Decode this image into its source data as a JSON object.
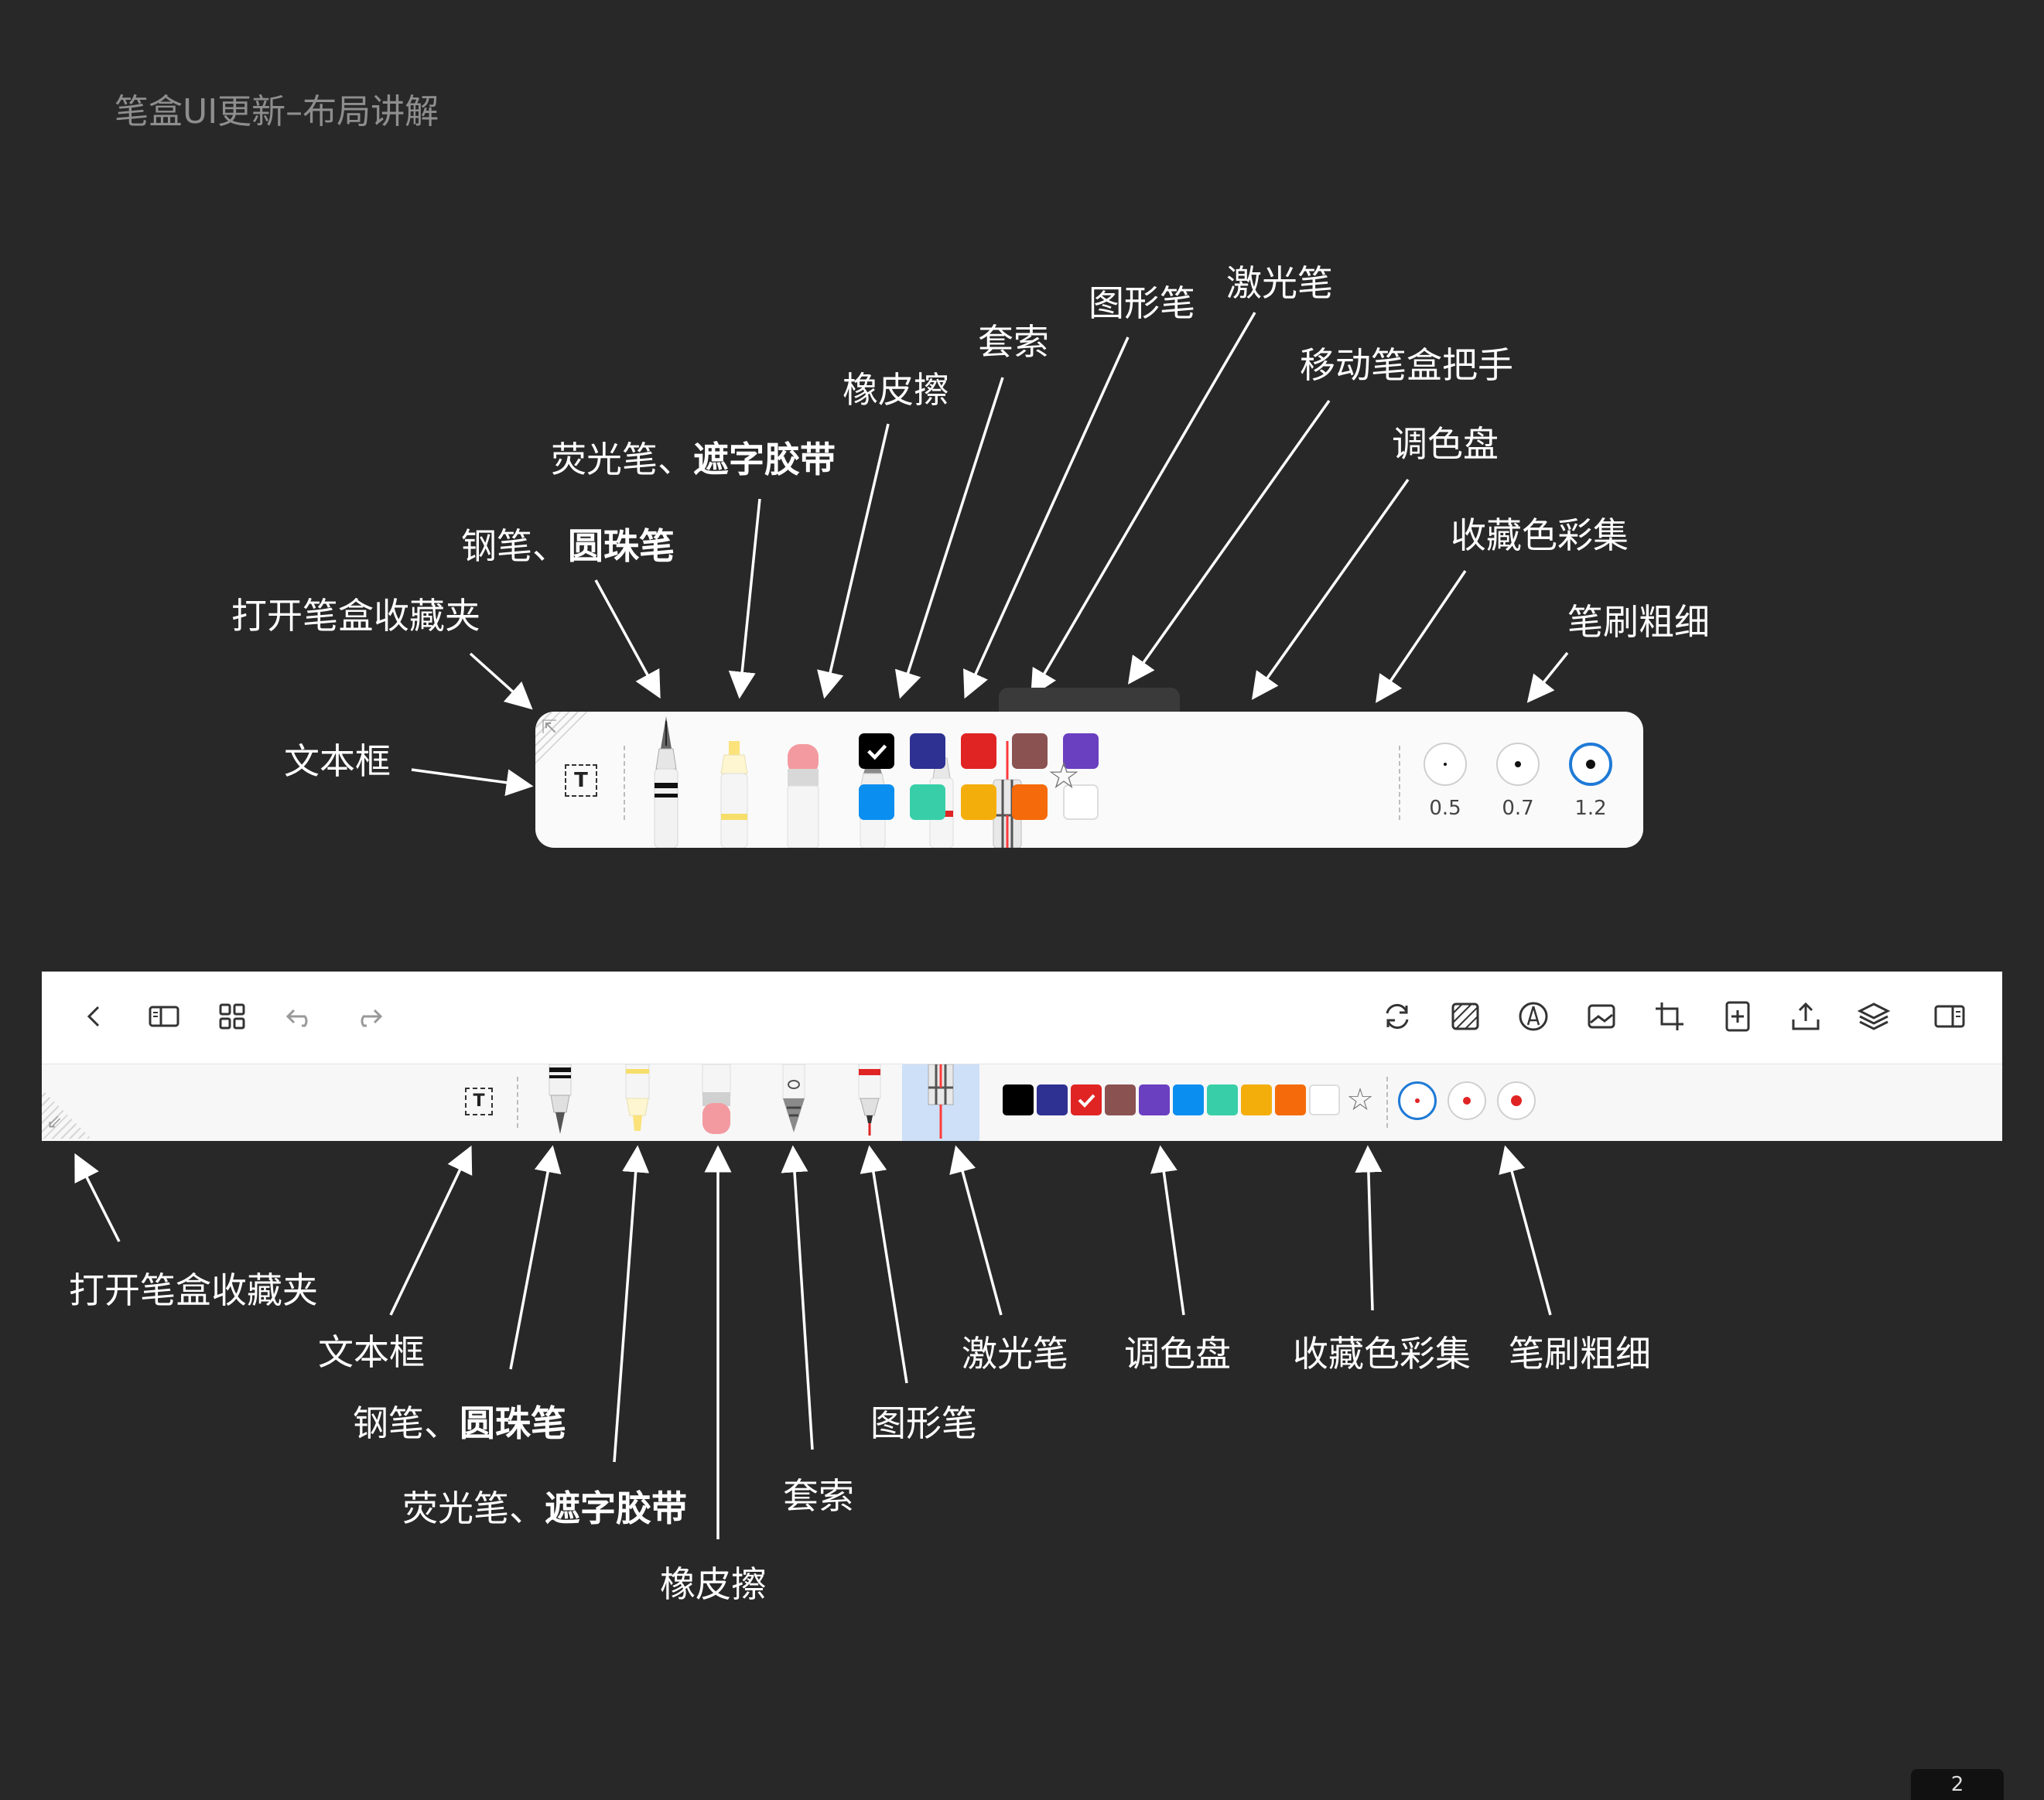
{
  "slide_title": "笔盒UI更新–布局讲解",
  "page_number": "2",
  "top_callouts": {
    "textbox": "文本框",
    "open_favorites": "打开笔盒收藏夹",
    "fountain_pen": "钢笔、",
    "fountain_pen_bold": "圆珠笔",
    "highlighter": "荧光笔、",
    "highlighter_bold": "遮字胶带",
    "eraser": "橡皮擦",
    "lasso": "套索",
    "shape_pen": "图形笔",
    "laser_pen": "激光笔",
    "move_handle": "移动笔盒把手",
    "palette": "调色盘",
    "favorite_colors": "收藏色彩集",
    "brush_size": "笔刷粗细"
  },
  "bottom_callouts": {
    "open_favorites": "打开笔盒收藏夹",
    "textbox": "文本框",
    "fountain_pen": "钢笔、",
    "fountain_pen_bold": "圆珠笔",
    "highlighter": "荧光笔、",
    "highlighter_bold": "遮字胶带",
    "eraser": "橡皮擦",
    "lasso": "套索",
    "shape_pen": "图形笔",
    "laser_pen": "激光笔",
    "palette": "调色盘",
    "favorite_colors": "收藏色彩集",
    "brush_size": "笔刷粗细"
  },
  "floating_penbox": {
    "textbox_glyph": "T",
    "fold_glyph": "⇱",
    "palette_colors": [
      "#000000",
      "#2e3192",
      "#e02424",
      "#8b5252",
      "#6a3fc0",
      "#0a8ef0",
      "#38cfa8",
      "#f4ae0c",
      "#f56a0a",
      "#ffffff"
    ],
    "selected_color": "#000000",
    "favorite_star": "☆",
    "sizes": [
      "0.5",
      "0.7",
      "1.2"
    ],
    "selected_size": "1.2",
    "size_accent": "#1f7ad6"
  },
  "docked_toolbar": {
    "textbox_glyph": "T",
    "fold_glyph": "⇙",
    "left_icons": [
      "back-icon",
      "sidebar-icon",
      "grid-icon",
      "undo-icon",
      "redo-icon"
    ],
    "right_icons": [
      "sync-icon",
      "pattern-icon",
      "pen-nib-icon",
      "image-icon",
      "crop-icon",
      "add-page-icon",
      "export-icon",
      "layers-icon",
      "panel-icon"
    ],
    "palette_colors": [
      "#000000",
      "#2e3192",
      "#e02424",
      "#8b5252",
      "#6a3fc0",
      "#0a8ef0",
      "#38cfa8",
      "#f4ae0c",
      "#f56a0a",
      "#ffffff"
    ],
    "selected_color": "#e02424",
    "favorite_star": "☆",
    "size_dot_color": "#e02424",
    "selected_size_index": 0
  }
}
